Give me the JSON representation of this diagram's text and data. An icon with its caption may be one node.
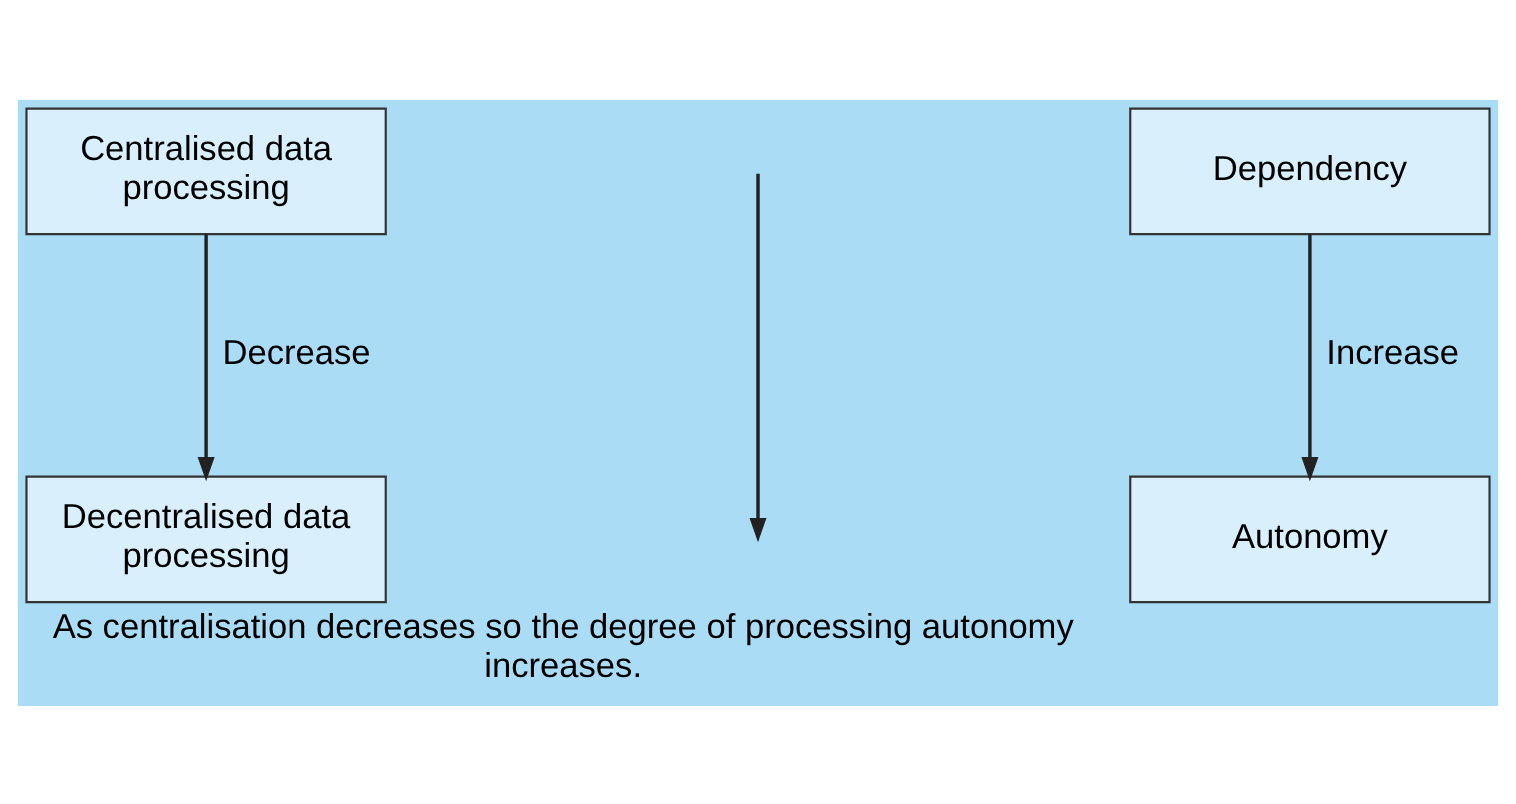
{
  "diagram": {
    "caption": "As centralisation decreases so the degree of processing autonomy increases.",
    "nodes": [
      {
        "text": [
          "Centralised data processing"
        ]
      },
      {
        "text": [
          "Dependency"
        ]
      },
      {
        "text": [
          "Decentralised data processing"
        ]
      },
      {
        "text": [
          "Autonomy"
        ]
      }
    ],
    "edges": [
      {
        "from": 0,
        "to": 2,
        "arrow": "to",
        "label": "Decrease"
      },
      {
        "from": 1,
        "to": 3,
        "arrow": "to",
        "label": "Increase"
      }
    ]
  }
}
